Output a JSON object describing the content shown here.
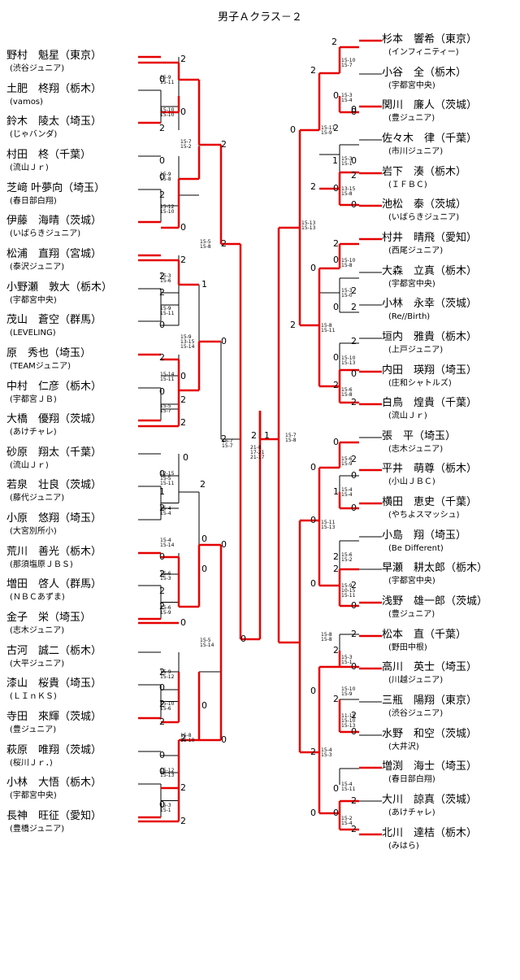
{
  "title": "男子Ａクラス－２",
  "left_players": [
    {
      "name": "野村　魁星（東京）",
      "club": "(渋谷ジュニア)"
    },
    {
      "name": "土肥　柊翔（栃木）",
      "club": "(vamos)"
    },
    {
      "name": "鈴木　陵太（埼玉）",
      "club": "(じゃバンダ)"
    },
    {
      "name": "村田　柊（千葉）",
      "club": "(流山Ｊｒ)"
    },
    {
      "name": "芝﨑 叶夢向（埼玉）",
      "club": "(春日部白翔)"
    },
    {
      "name": "伊藤　海晴（茨城）",
      "club": "(いばらきジュニア)"
    },
    {
      "name": "松浦　直翔（宮城）",
      "club": "(泰沢ジュニア)"
    },
    {
      "name": "小野瀬　敦大（栃木）",
      "club": "(宇都宮中央)"
    },
    {
      "name": "茂山　蒼空（群馬）",
      "club": "(LEVELING)"
    },
    {
      "name": "原　秀也（埼玉）",
      "club": "(TEAMジュニア)"
    },
    {
      "name": "中村　仁彦（栃木）",
      "club": "(宇都宮ＪＢ)"
    },
    {
      "name": "大橋　優翔（茨城）",
      "club": "(あけチャレ)"
    },
    {
      "name": "砂原　翔太（千葉）",
      "club": "(流山Ｊｒ)"
    },
    {
      "name": "若泉　壮良（茨城）",
      "club": "(藤代ジュニア)"
    },
    {
      "name": "小原　悠翔（埼玉）",
      "club": "(大宮別所小)"
    },
    {
      "name": "荒川　善光（栃木）",
      "club": "(那須塩原ＪＢＳ)"
    },
    {
      "name": "増田　啓人（群馬）",
      "club": "(ＮＢＣあずま)"
    },
    {
      "name": "金子　栄（埼玉）",
      "club": "(志木ジュニア)"
    },
    {
      "name": "古河　誠二（栃木）",
      "club": "(大平ジュニア)"
    },
    {
      "name": "漆山　桜貴（埼玉）",
      "club": "(ＬＩｎＫＳ)"
    },
    {
      "name": "寺田　來輝（茨城）",
      "club": "(豊ジュニア)"
    },
    {
      "name": "萩原　唯翔（茨城）",
      "club": "(桜川Ｊｒ．)"
    },
    {
      "name": "小林　大悟（栃木）",
      "club": "(宇都宮中央)"
    },
    {
      "name": "長神　旺征（愛知）",
      "club": "(豊橋ジュニア)"
    }
  ],
  "right_players": [
    {
      "name": "杉本　響希（東京）",
      "club": "(インフィニティー)"
    },
    {
      "name": "小谷　全（栃木）",
      "club": "(宇都宮中央)"
    },
    {
      "name": "関川　廉人（茨城）",
      "club": "(豊ジュニア)"
    },
    {
      "name": "佐々木　律（千葉）",
      "club": "(市川ジュニア)"
    },
    {
      "name": "岩下　湊（栃木）",
      "club": "(ＩＦＢＣ)"
    },
    {
      "name": "池松　泰（茨城）",
      "club": "(いばらきジュニア)"
    },
    {
      "name": "村井　晴飛（愛知）",
      "club": "(西尾ジュニア)"
    },
    {
      "name": "大森　立真（栃木）",
      "club": "(宇都宮中央)"
    },
    {
      "name": "小林　永幸（茨城）",
      "club": "(Re//Birth)"
    },
    {
      "name": "垣内　雅貴（栃木）",
      "club": "(上戸ジュニア)"
    },
    {
      "name": "内田　瑛翔（埼玉）",
      "club": "(庄和シャトルズ)"
    },
    {
      "name": "白鳥　煌貴（千葉）",
      "club": "(流山Ｊｒ)"
    },
    {
      "name": "張　平（埼玉）",
      "club": "(志木ジュニア)"
    },
    {
      "name": "平井　萌尊（栃木）",
      "club": "(小山ＪＢＣ)"
    },
    {
      "name": "横田　恵史（千葉）",
      "club": "(やちよスマッシュ)"
    },
    {
      "name": "小島　翔（埼玉）",
      "club": "(Be Different)"
    },
    {
      "name": "早瀬　耕太郎（栃木）",
      "club": "(宇都宮中央)"
    },
    {
      "name": "浅野　雄一郎（茨城）",
      "club": "(豊ジュニア)"
    },
    {
      "name": "松本　直（千葉）",
      "club": "(野田中根)"
    },
    {
      "name": "高川　英士（埼玉）",
      "club": "(川越ジュニア)"
    },
    {
      "name": "三瓶　陽翔（東京）",
      "club": "(渋谷ジュニア)"
    },
    {
      "name": "水野　和空（茨城）",
      "club": "(大井沢)"
    },
    {
      "name": "増渕　海士（埼玉）",
      "club": "(春日部白翔)"
    },
    {
      "name": "大川　諒真（茨城）",
      "club": "(あけチャレ)"
    },
    {
      "name": "北川　達桔（栃木）",
      "club": "(みはら)"
    }
  ],
  "left_scores": [
    "15-9\n15-11",
    "15-10\n15-10",
    "15-9\n15-8",
    "15-12\n15-10",
    "15-7\n15-2",
    "15-3\n15-6",
    "15-9\n15-11",
    "15-14\n15-11",
    "15-5\n15-7",
    "15-9\n13-15\n15-14",
    "15-5\n15-8",
    "12-15\n15-5\n15-11",
    "15-4\n15-4",
    "15-4\n15-14",
    "15-6\n15-3",
    "15-6\n15-9",
    "15-5\n15-14",
    "15-9\n15-12",
    "15-10\n15-6",
    "15-8\n15-10",
    "15-12\n15-13",
    "15-3\n15-1",
    "15-7\n15-7"
  ],
  "left_nums": [
    "2",
    "0",
    "0",
    "2",
    "2",
    "0",
    "0",
    "2",
    "0",
    "2",
    "1",
    "2",
    "2",
    "2",
    "0",
    "0",
    "2",
    "0",
    "0",
    "2",
    "2",
    "0",
    "0",
    "2",
    "2",
    "1",
    "2",
    "0",
    "0",
    "2",
    "0",
    "0",
    "2",
    "2",
    "0",
    "0",
    "2",
    "0",
    "2",
    "0",
    "0",
    "2",
    "2",
    "0",
    "0",
    "2",
    "0",
    "2"
  ],
  "right_scores": [
    "15-10\n15-7",
    "15-3\n15-4",
    "15-11\n15-9",
    "15-3\n15-1",
    "13-15\n15-8",
    "15-13\n15-13",
    "15-10\n15-8",
    "15-3\n15-0",
    "15-8\n15-11",
    "15-10\n15-13",
    "15-6\n15-8",
    "15-7\n15-8",
    "15-6\n15-9",
    "15-4\n15-4",
    "15-11\n15-13",
    "15-6\n15-2",
    "15-9\n10-15\n15-11",
    "15-8\n15-8",
    "15-3\n15-1",
    "15-10\n15-9",
    "11-15\n15-10\n15-13",
    "15-4\n15-3",
    "15-4\n15-11",
    "15-2\n15-4"
  ],
  "final_scores": "21-8\n17-21\n21-17",
  "final_nums": [
    "2",
    "1"
  ],
  "right_nums": [
    "2",
    "2",
    "0",
    "0",
    "2",
    "0",
    "1",
    "0",
    "2",
    "2",
    "0",
    "0",
    "0",
    "2",
    "0",
    "0",
    "2",
    "2",
    "0",
    "2",
    "2",
    "0",
    "0",
    "2",
    "2",
    "0",
    "0",
    "2",
    "0",
    "1",
    "2",
    "0",
    "0",
    "2",
    "2",
    "0",
    "0",
    "2",
    "2",
    "0",
    "0",
    "2",
    "2",
    "0",
    "2",
    "0",
    "2",
    "0",
    "0",
    "2"
  ],
  "colors": {
    "accent": "#e60000",
    "line": "#000000"
  }
}
